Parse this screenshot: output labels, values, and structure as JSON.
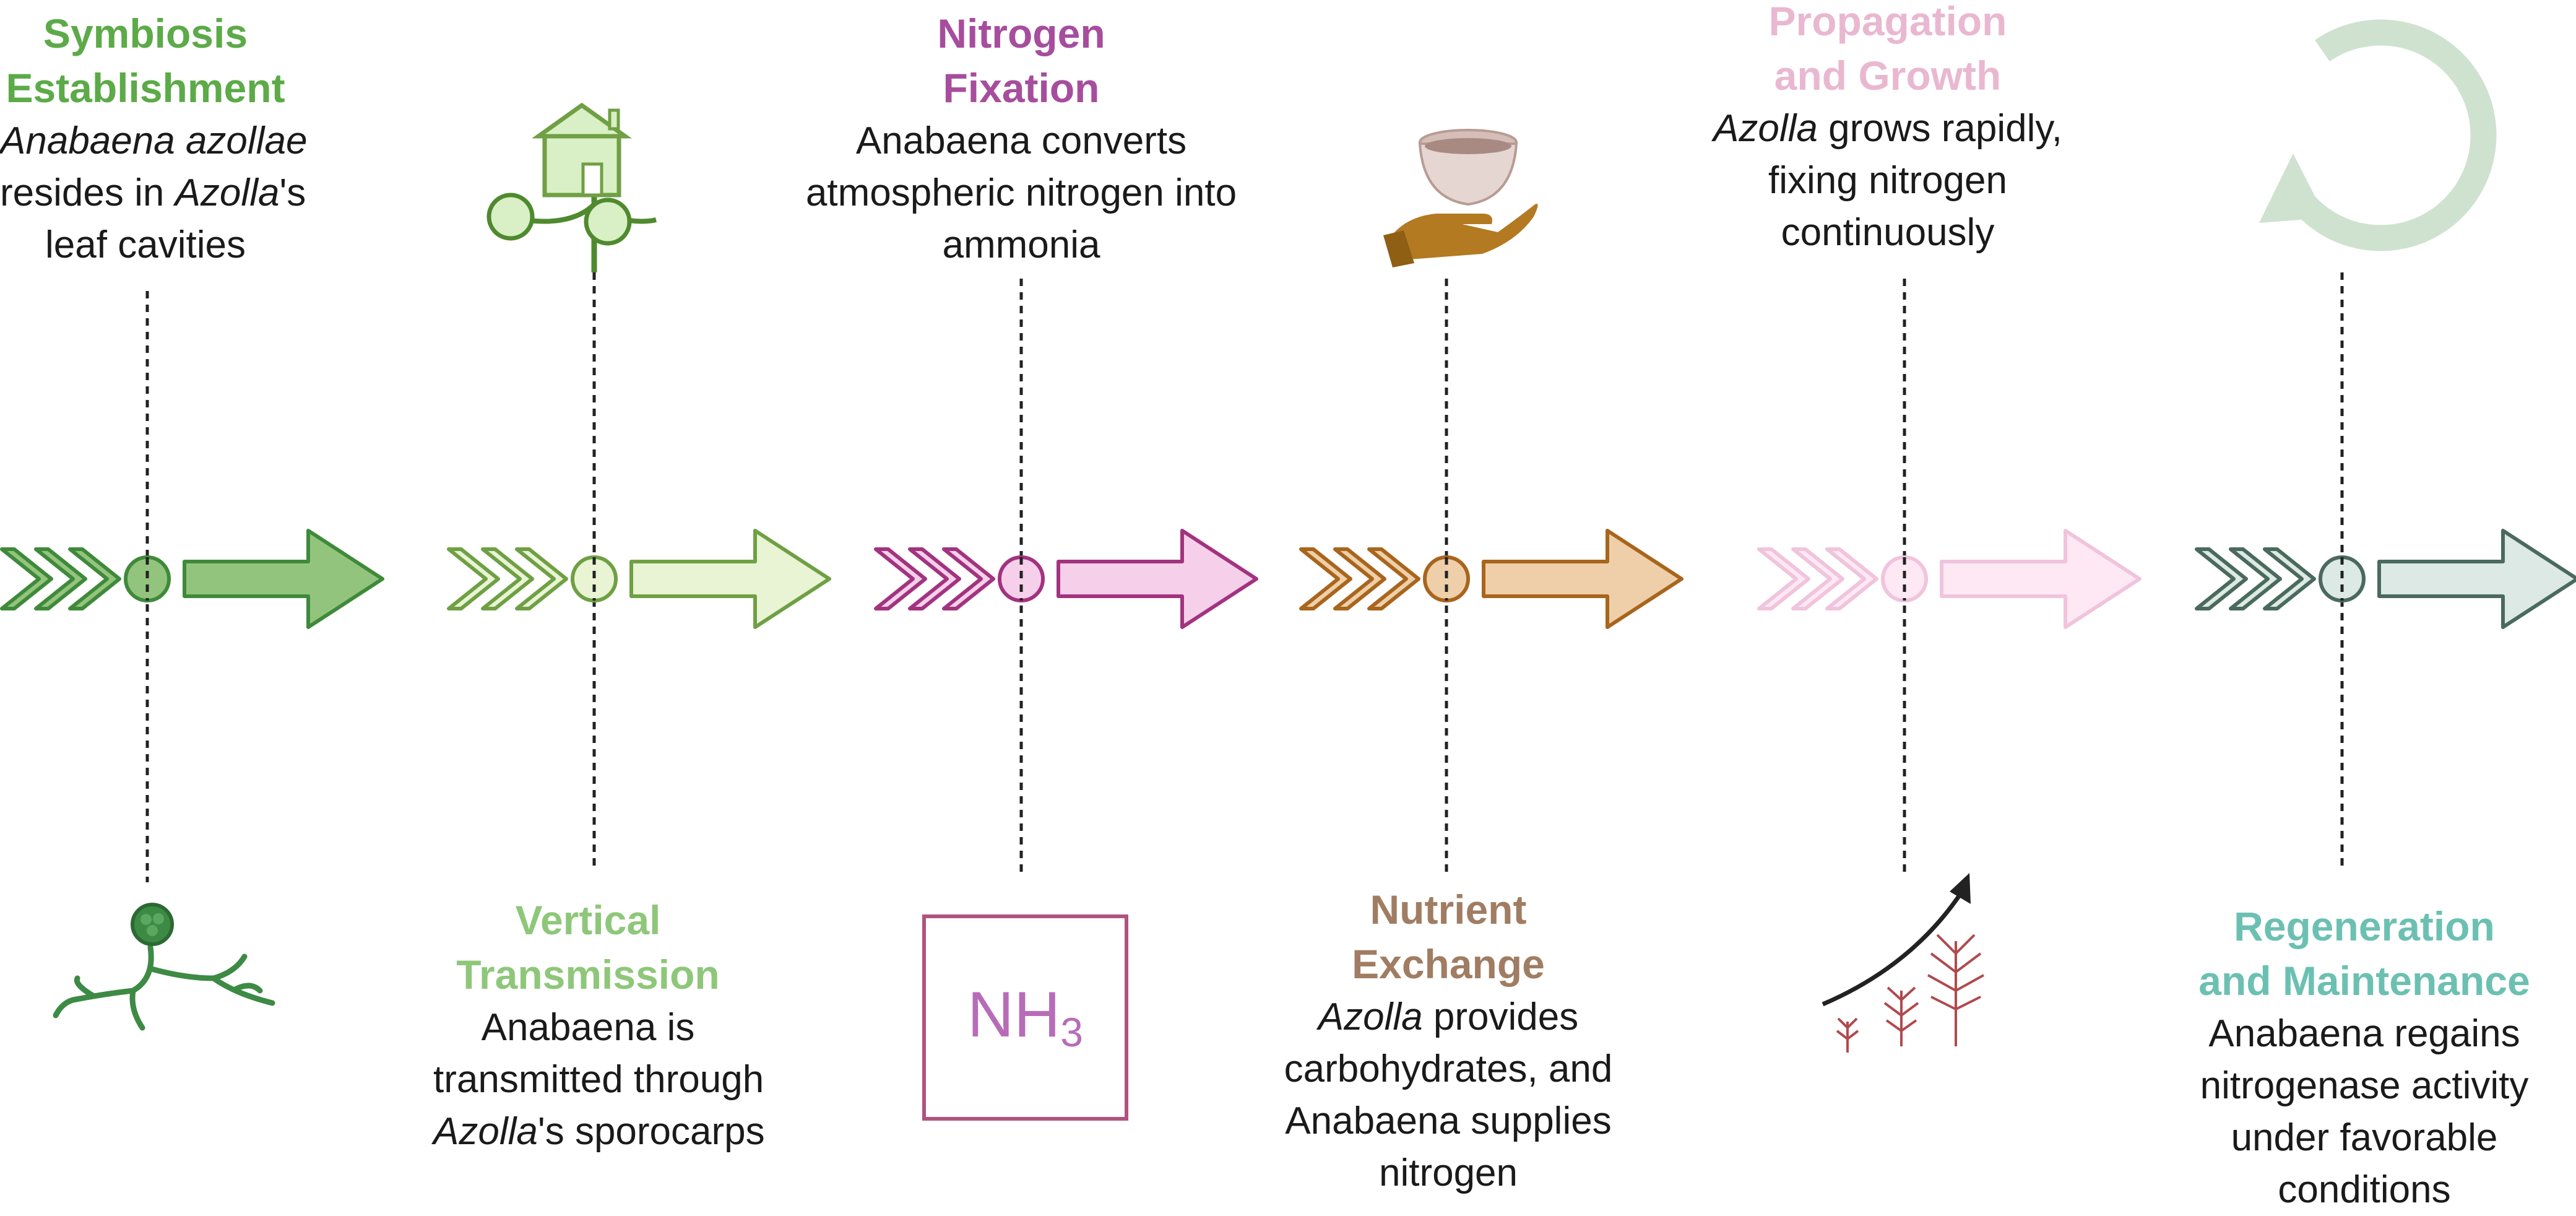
{
  "colors": {
    "green_dark": "#3f8a3a",
    "green_mid": "#6fa044",
    "green_fill": "#93c47d",
    "green_light_fill": "#e8f4d4",
    "purple_dark": "#a2337f",
    "pink_fill": "#f6d0ea",
    "brown": "#a8651d",
    "tan_fill": "#eecfa9",
    "pale_pink": "#f0c4dc",
    "pale_pink_fill": "#fde8f4",
    "slate": "#4a6a5e",
    "mint_fill": "#dde9e4",
    "title_green": "#5caa48",
    "title_light_green": "#8ec77a",
    "title_purple": "#a64d9d",
    "title_brown": "#a07d62",
    "title_pink": "#e9b8d0",
    "title_teal": "#6cc0b2"
  },
  "icons": [
    "house-plant-icon",
    "bowl-hand-icon",
    "cycle-arrow-icon",
    "cell-filament-icon",
    "growth-arrow-icon",
    "nh3-box-icon"
  ],
  "stages": [
    {
      "title_lines": [
        "Symbiosis",
        "Establishment"
      ],
      "desc_lines": [
        [
          {
            "t": "Anabaena azollae",
            "i": true
          }
        ],
        [
          {
            "t": "resides in "
          },
          {
            "t": "Azolla",
            "i": true
          },
          {
            "t": "'s"
          }
        ],
        [
          {
            "t": "leaf cavities"
          }
        ]
      ]
    },
    {
      "title_lines": [
        "Vertical",
        "Transmission"
      ],
      "desc_lines": [
        [
          {
            "t": "Anabaena is"
          }
        ],
        [
          {
            "t": "transmitted through"
          }
        ],
        [
          {
            "t": "Azolla",
            "i": true
          },
          {
            "t": "'s sporocarps"
          }
        ]
      ]
    },
    {
      "title_lines": [
        "Nitrogen",
        "Fixation"
      ],
      "desc_lines": [
        [
          {
            "t": "Anabaena converts"
          }
        ],
        [
          {
            "t": "atmospheric nitrogen into"
          }
        ],
        [
          {
            "t": "ammonia"
          }
        ]
      ]
    },
    {
      "title_lines": [
        "Nutrient",
        "Exchange"
      ],
      "desc_lines": [
        [
          {
            "t": "Azolla",
            "i": true
          },
          {
            "t": " provides"
          }
        ],
        [
          {
            "t": "carbohydrates, and"
          }
        ],
        [
          {
            "t": "Anabaena supplies"
          }
        ],
        [
          {
            "t": "nitrogen"
          }
        ]
      ]
    },
    {
      "title_lines": [
        "Propagation",
        "and Growth"
      ],
      "desc_lines": [
        [
          {
            "t": "Azolla",
            "i": true
          },
          {
            "t": " grows rapidly,"
          }
        ],
        [
          {
            "t": "fixing nitrogen"
          }
        ],
        [
          {
            "t": "continuously"
          }
        ]
      ]
    },
    {
      "title_lines": [
        "Regeneration",
        "and Maintenance"
      ],
      "desc_lines": [
        [
          {
            "t": "Anabaena regains"
          }
        ],
        [
          {
            "t": "nitrogenase activity"
          }
        ],
        [
          {
            "t": "under favorable"
          }
        ],
        [
          {
            "t": "conditions"
          }
        ]
      ]
    }
  ],
  "nh3_box": {
    "main": "NH",
    "sub": "3"
  }
}
